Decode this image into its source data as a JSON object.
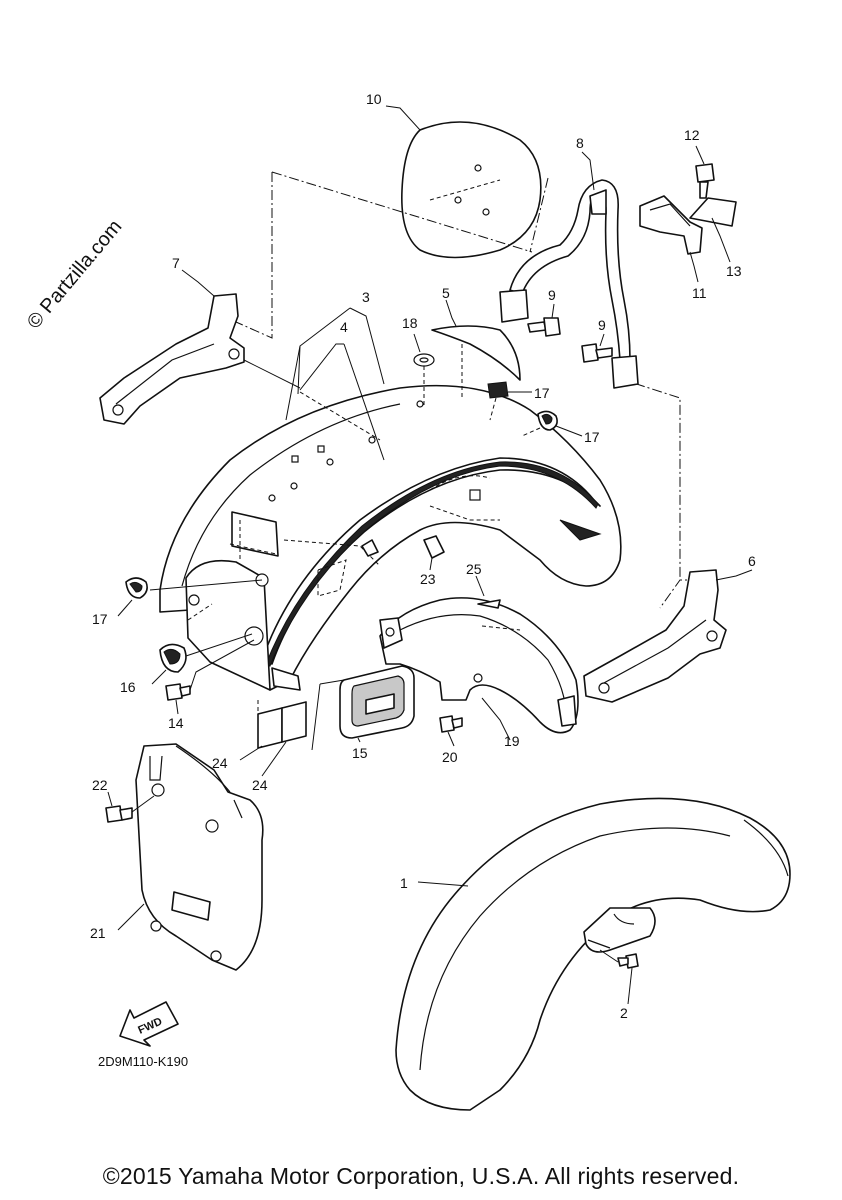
{
  "watermark": "© Partzilla.com",
  "diagram_code": "2D9M110-K190",
  "fwd_label": "FWD",
  "copyright": "©2015 Yamaha Motor Corporation, U.S.A. All rights reserved.",
  "callouts": {
    "c1": "1",
    "c2": "2",
    "c3": "3",
    "c4": "4",
    "c5": "5",
    "c6": "6",
    "c7": "7",
    "c8": "8",
    "c9a": "9",
    "c9b": "9",
    "c10": "10",
    "c11": "11",
    "c12": "12",
    "c13": "13",
    "c14": "14",
    "c15": "15",
    "c16": "16",
    "c17a": "17",
    "c17b": "17",
    "c17c": "17",
    "c18": "18",
    "c19": "19",
    "c20": "20",
    "c21": "21",
    "c22": "22",
    "c23": "23",
    "c24a": "24",
    "c24b": "24",
    "c25": "25"
  }
}
